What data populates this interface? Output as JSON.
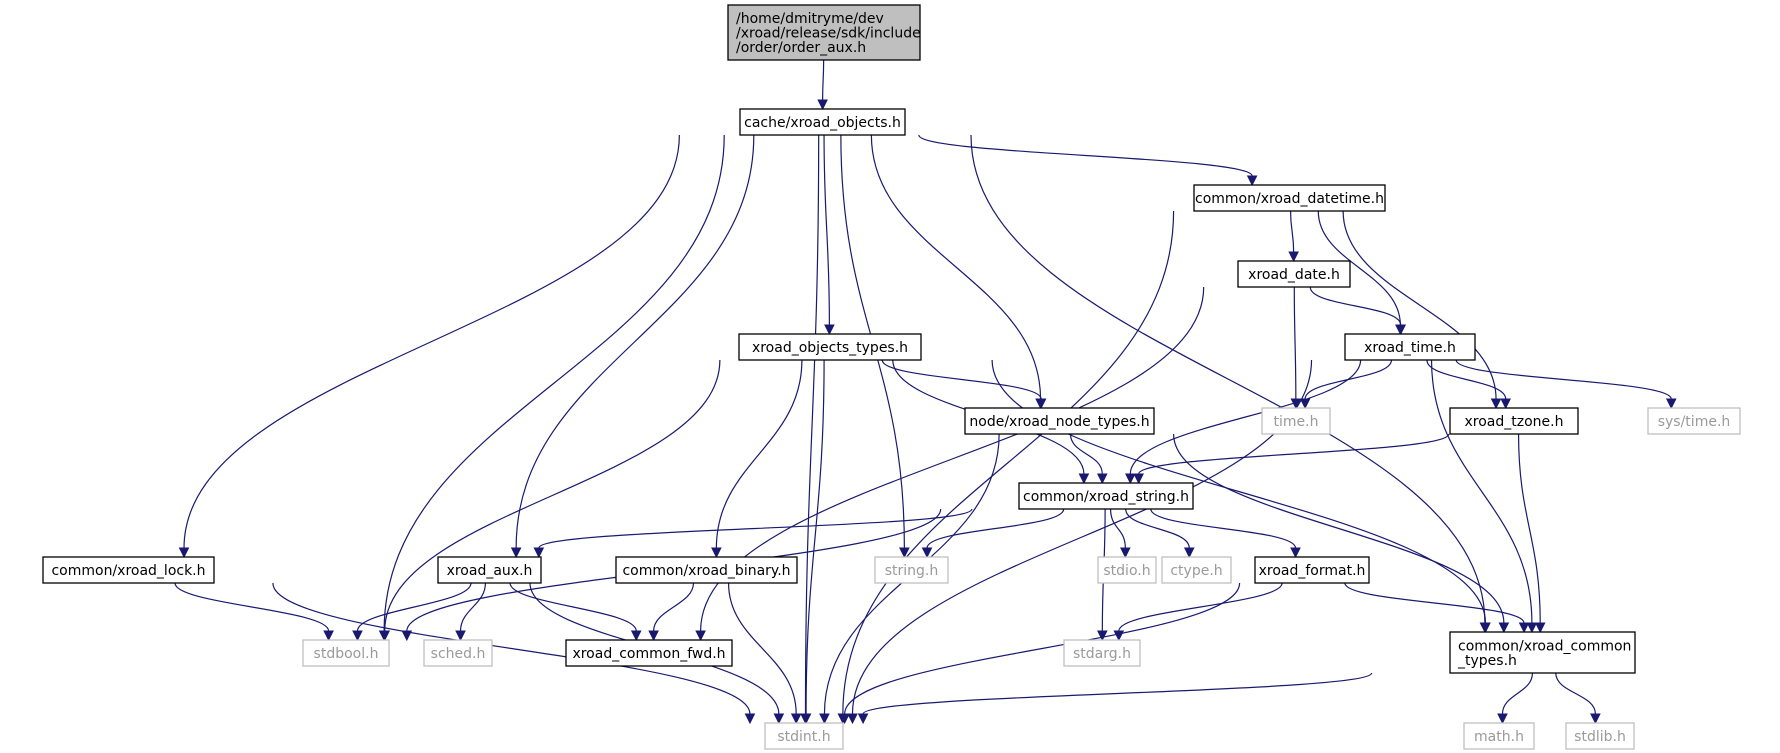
{
  "diagram": {
    "colors": {
      "edge": "#191970",
      "root_fill": "#bfbfbf",
      "node_border": "#000000",
      "external_border": "#bfbfbf",
      "external_text": "#9a9a9a"
    },
    "nodes": {
      "order_aux": {
        "lines": [
          "/home/dmitryme/dev",
          "/xroad/release/sdk/include",
          "/order/order_aux.h"
        ],
        "kind": "root"
      },
      "xroad_objects": {
        "lines": [
          "cache/xroad_objects.h"
        ],
        "kind": "header"
      },
      "common_datetime": {
        "lines": [
          "common/xroad_datetime.h"
        ],
        "kind": "header"
      },
      "xroad_date": {
        "lines": [
          "xroad_date.h"
        ],
        "kind": "header"
      },
      "xroad_objects_types": {
        "lines": [
          "xroad_objects_types.h"
        ],
        "kind": "header"
      },
      "xroad_time": {
        "lines": [
          "xroad_time.h"
        ],
        "kind": "header"
      },
      "time_h": {
        "lines": [
          "time.h"
        ],
        "kind": "external"
      },
      "node_types": {
        "lines": [
          "node/xroad_node_types.h"
        ],
        "kind": "header"
      },
      "xroad_tzone": {
        "lines": [
          "xroad_tzone.h"
        ],
        "kind": "header"
      },
      "systime_h": {
        "lines": [
          "sys/time.h"
        ],
        "kind": "external"
      },
      "common_string": {
        "lines": [
          "common/xroad_string.h"
        ],
        "kind": "header"
      },
      "common_lock": {
        "lines": [
          "common/xroad_lock.h"
        ],
        "kind": "header"
      },
      "xroad_aux": {
        "lines": [
          "xroad_aux.h"
        ],
        "kind": "header"
      },
      "common_binary": {
        "lines": [
          "common/xroad_binary.h"
        ],
        "kind": "header"
      },
      "string_h": {
        "lines": [
          "string.h"
        ],
        "kind": "external"
      },
      "stdio_h": {
        "lines": [
          "stdio.h"
        ],
        "kind": "external"
      },
      "ctype_h": {
        "lines": [
          "ctype.h"
        ],
        "kind": "external"
      },
      "xroad_format": {
        "lines": [
          "xroad_format.h"
        ],
        "kind": "header"
      },
      "stdbool_h": {
        "lines": [
          "stdbool.h"
        ],
        "kind": "external"
      },
      "sched_h": {
        "lines": [
          "sched.h"
        ],
        "kind": "external"
      },
      "common_fwd": {
        "lines": [
          "xroad_common_fwd.h"
        ],
        "kind": "header"
      },
      "stdarg_h": {
        "lines": [
          "stdarg.h"
        ],
        "kind": "external"
      },
      "common_types": {
        "lines": [
          "common/xroad_common",
          "_types.h"
        ],
        "kind": "header"
      },
      "stdint_h": {
        "lines": [
          "stdint.h"
        ],
        "kind": "external"
      },
      "math_h": {
        "lines": [
          "math.h"
        ],
        "kind": "external"
      },
      "stdlib_h": {
        "lines": [
          "stdlib.h"
        ],
        "kind": "external"
      }
    },
    "edges": [
      [
        "order_aux",
        "xroad_objects"
      ],
      [
        "xroad_objects",
        "common_datetime"
      ],
      [
        "xroad_objects",
        "xroad_objects_types"
      ],
      [
        "xroad_objects",
        "node_types"
      ],
      [
        "xroad_objects",
        "string_h"
      ],
      [
        "xroad_objects",
        "common_lock"
      ],
      [
        "xroad_objects",
        "xroad_aux"
      ],
      [
        "xroad_objects",
        "stdbool_h"
      ],
      [
        "xroad_objects",
        "stdint_h"
      ],
      [
        "xroad_objects",
        "common_types"
      ],
      [
        "common_datetime",
        "xroad_date"
      ],
      [
        "common_datetime",
        "xroad_time"
      ],
      [
        "common_datetime",
        "xroad_tzone"
      ],
      [
        "common_datetime",
        "stdint_h"
      ],
      [
        "xroad_date",
        "xroad_time"
      ],
      [
        "xroad_date",
        "time_h"
      ],
      [
        "xroad_date",
        "common_fwd"
      ],
      [
        "xroad_time",
        "time_h"
      ],
      [
        "xroad_time",
        "xroad_tzone"
      ],
      [
        "xroad_time",
        "systime_h"
      ],
      [
        "xroad_time",
        "common_string"
      ],
      [
        "xroad_time",
        "stdint_h"
      ],
      [
        "xroad_time",
        "common_types"
      ],
      [
        "xroad_objects_types",
        "node_types"
      ],
      [
        "xroad_objects_types",
        "common_string"
      ],
      [
        "xroad_objects_types",
        "common_binary"
      ],
      [
        "xroad_objects_types",
        "stdbool_h"
      ],
      [
        "xroad_objects_types",
        "stdint_h"
      ],
      [
        "xroad_objects_types",
        "common_types"
      ],
      [
        "node_types",
        "common_string"
      ],
      [
        "node_types",
        "stdint_h"
      ],
      [
        "node_types",
        "common_types"
      ],
      [
        "xroad_tzone",
        "common_string"
      ],
      [
        "xroad_tzone",
        "common_types"
      ],
      [
        "common_string",
        "xroad_aux"
      ],
      [
        "common_string",
        "stdbool_h"
      ],
      [
        "common_string",
        "string_h"
      ],
      [
        "common_string",
        "stdio_h"
      ],
      [
        "common_string",
        "ctype_h"
      ],
      [
        "common_string",
        "xroad_format"
      ],
      [
        "common_string",
        "stdarg_h"
      ],
      [
        "common_lock",
        "stdbool_h"
      ],
      [
        "common_lock",
        "stdint_h"
      ],
      [
        "xroad_aux",
        "stdbool_h"
      ],
      [
        "xroad_aux",
        "sched_h"
      ],
      [
        "xroad_aux",
        "common_fwd"
      ],
      [
        "xroad_aux",
        "stdint_h"
      ],
      [
        "common_binary",
        "common_fwd"
      ],
      [
        "common_binary",
        "stdint_h"
      ],
      [
        "xroad_format",
        "stdarg_h"
      ],
      [
        "xroad_format",
        "common_types"
      ],
      [
        "xroad_format",
        "stdint_h"
      ],
      [
        "common_types",
        "stdint_h"
      ],
      [
        "common_types",
        "math_h"
      ],
      [
        "common_types",
        "stdlib_h"
      ]
    ]
  }
}
